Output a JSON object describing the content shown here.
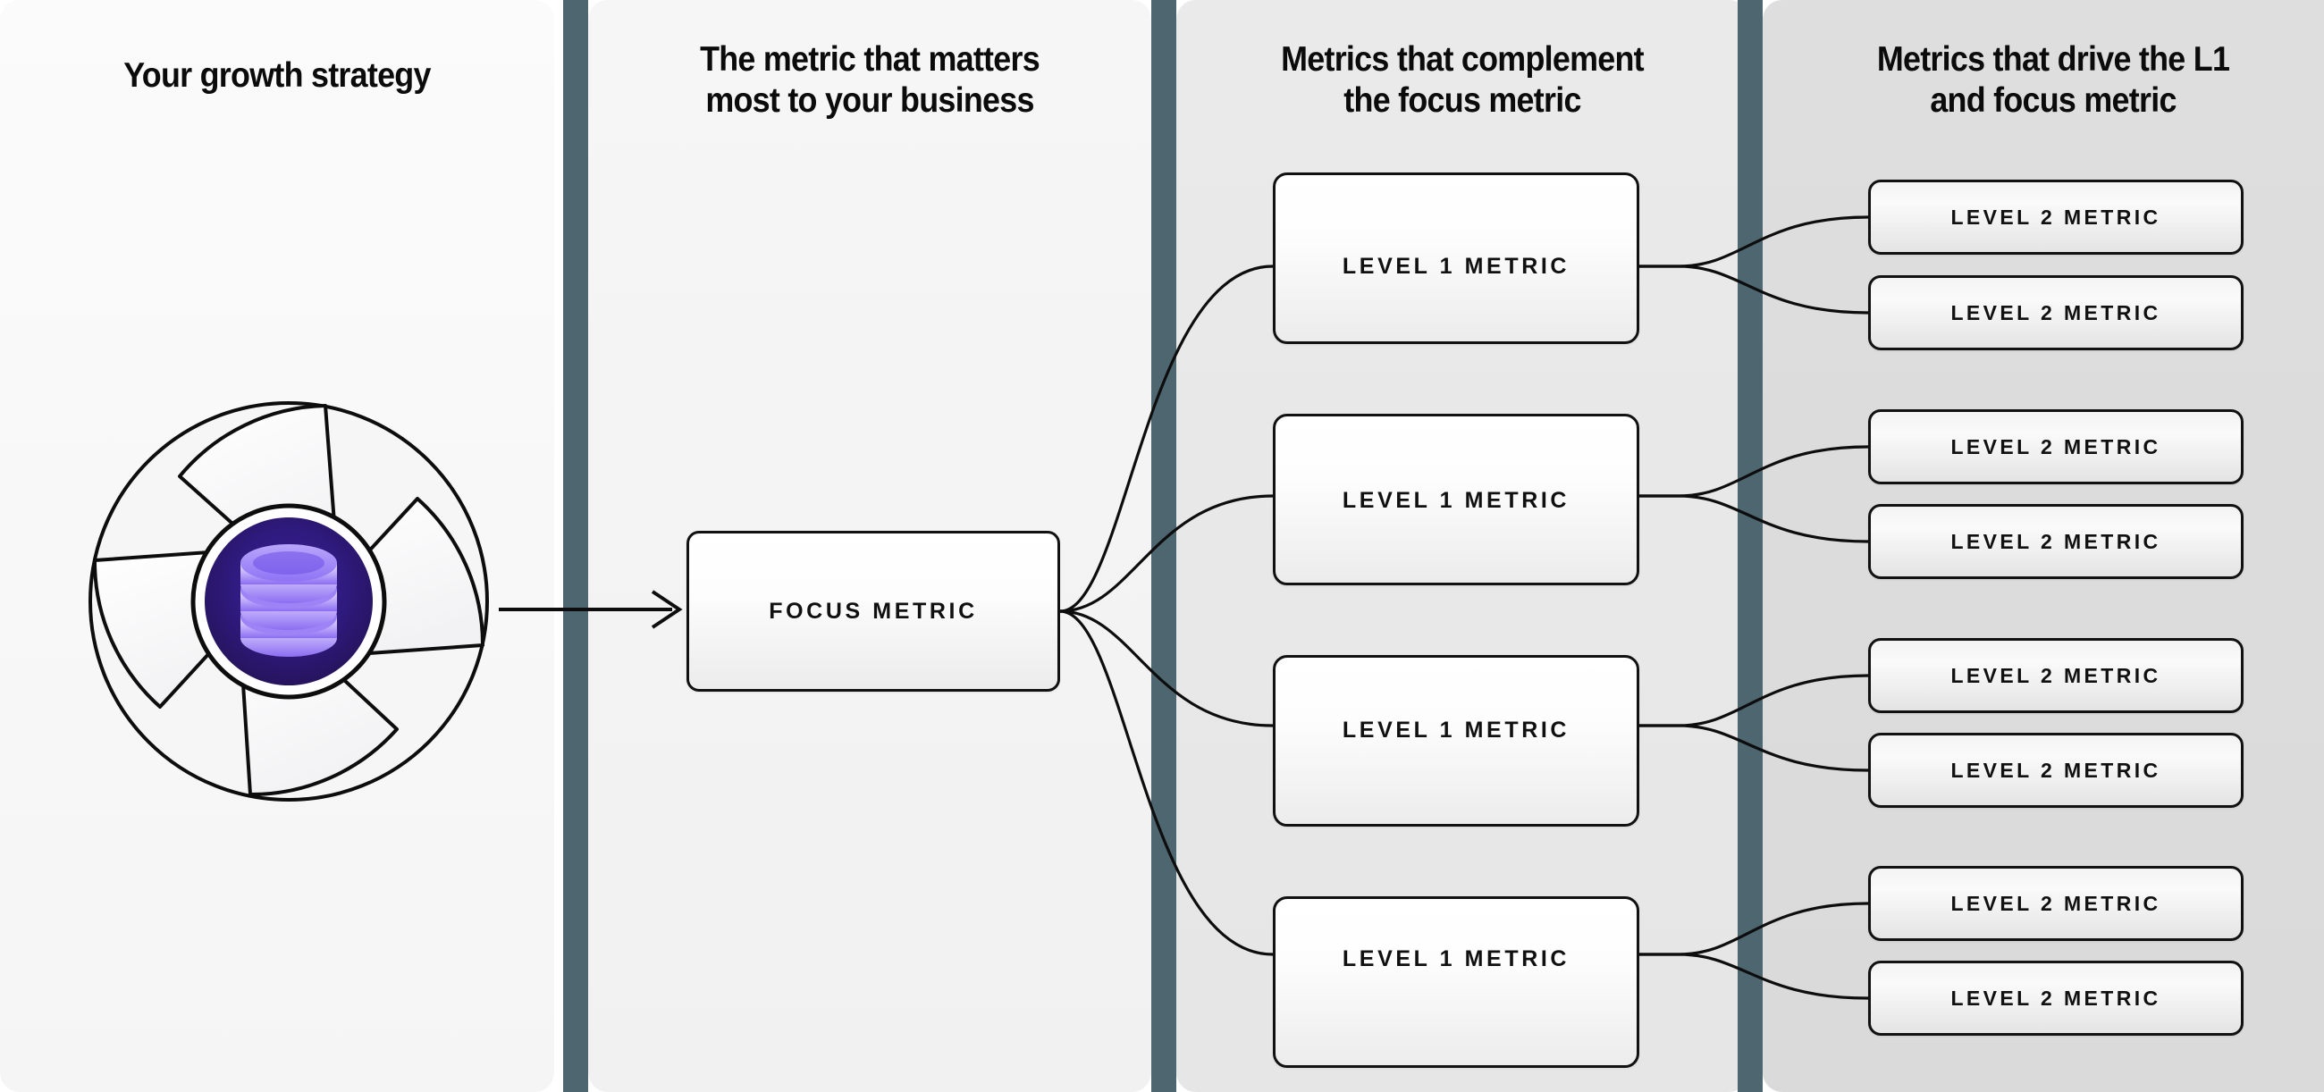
{
  "columns": [
    {
      "id": "growth-strategy",
      "title": "Your growth strategy"
    },
    {
      "id": "focus-metric",
      "title": "The metric that matters\nmost to your business"
    },
    {
      "id": "level-1",
      "title": "Metrics that complement\nthe focus metric"
    },
    {
      "id": "level-2",
      "title": "Metrics that drive the L1\nand focus metric"
    }
  ],
  "graphic": {
    "name": "aperture-database-icon",
    "core_icon": "database-icon",
    "blade_count": 4
  },
  "focus": {
    "label": "FOCUS METRIC"
  },
  "level1": [
    {
      "label": "LEVEL 1 METRIC"
    },
    {
      "label": "LEVEL 1 METRIC"
    },
    {
      "label": "LEVEL 1 METRIC"
    },
    {
      "label": "LEVEL 1 METRIC"
    }
  ],
  "level2": [
    {
      "label": "LEVEL 2 METRIC"
    },
    {
      "label": "LEVEL 2 METRIC"
    },
    {
      "label": "LEVEL 2 METRIC"
    },
    {
      "label": "LEVEL 2 METRIC"
    },
    {
      "label": "LEVEL 2 METRIC"
    },
    {
      "label": "LEVEL 2 METRIC"
    },
    {
      "label": "LEVEL 2 METRIC"
    },
    {
      "label": "LEVEL 2 METRIC"
    }
  ],
  "colors": {
    "divider": "#4d6670",
    "core_dark": "#2a1668",
    "core_mid": "#3a2090",
    "db_light": "#cdbdfb",
    "db_mid": "#7c5cf0",
    "stroke": "#0d0d0d",
    "panel_1": "#f8f8f8",
    "panel_2": "#f3f3f3",
    "panel_3": "#e8e8e8",
    "panel_4": "#dcdcdc"
  }
}
